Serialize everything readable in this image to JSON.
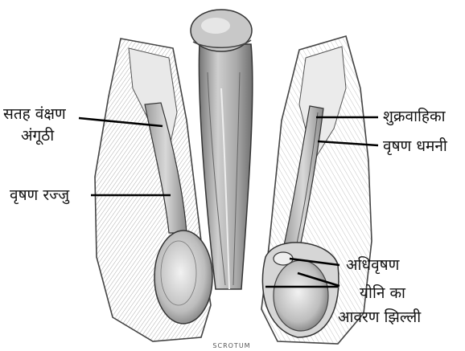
{
  "labels": {
    "superficial_inguinal_ring_line1": "सतह वंक्षण",
    "superficial_inguinal_ring_line2": "अंगूठी",
    "spermatic_cord": "वृषण रज्जु",
    "vas_deferens": "शुक्रवाहिका",
    "testicular_artery": "वृषण धमनी",
    "epididymis": "अधिवृषण",
    "tunica_vaginalis_line1": "योनि का",
    "tunica_vaginalis_line2": "आवरण झिल्ली"
  },
  "bottom_caption": "SCROTUM"
}
